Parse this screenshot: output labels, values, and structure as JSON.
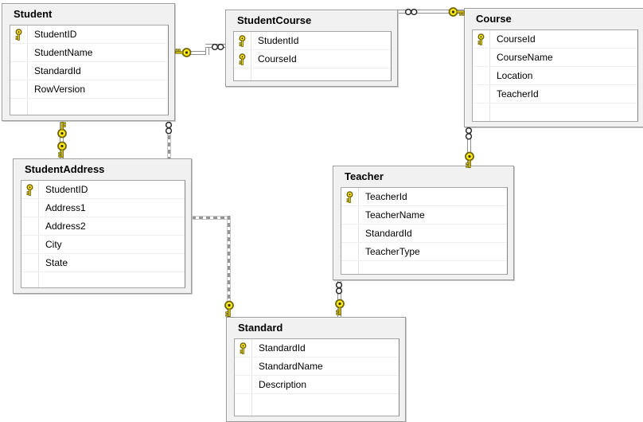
{
  "tables": [
    {
      "name": "Student",
      "columns": [
        {
          "name": "StudentID",
          "pk": true
        },
        {
          "name": "StudentName",
          "pk": false
        },
        {
          "name": "StandardId",
          "pk": false
        },
        {
          "name": "RowVersion",
          "pk": false
        }
      ]
    },
    {
      "name": "StudentCourse",
      "columns": [
        {
          "name": "StudentId",
          "pk": true
        },
        {
          "name": "CourseId",
          "pk": true
        }
      ]
    },
    {
      "name": "Course",
      "columns": [
        {
          "name": "CourseId",
          "pk": true
        },
        {
          "name": "CourseName",
          "pk": false
        },
        {
          "name": "Location",
          "pk": false
        },
        {
          "name": "TeacherId",
          "pk": false
        }
      ]
    },
    {
      "name": "StudentAddress",
      "columns": [
        {
          "name": "StudentID",
          "pk": true
        },
        {
          "name": "Address1",
          "pk": false
        },
        {
          "name": "Address2",
          "pk": false
        },
        {
          "name": "City",
          "pk": false
        },
        {
          "name": "State",
          "pk": false
        }
      ]
    },
    {
      "name": "Teacher",
      "columns": [
        {
          "name": "TeacherId",
          "pk": true
        },
        {
          "name": "TeacherName",
          "pk": false
        },
        {
          "name": "StandardId",
          "pk": false
        },
        {
          "name": "TeacherType",
          "pk": false
        }
      ]
    },
    {
      "name": "Standard",
      "columns": [
        {
          "name": "StandardId",
          "pk": true
        },
        {
          "name": "StandardName",
          "pk": false
        },
        {
          "name": "Description",
          "pk": false
        }
      ]
    }
  ],
  "relationships": [
    {
      "from_table": "Student",
      "from_end": "one",
      "to_table": "StudentCourse",
      "to_end": "many",
      "line_style": "solid"
    },
    {
      "from_table": "Course",
      "from_end": "one",
      "to_table": "StudentCourse",
      "to_end": "many",
      "line_style": "solid"
    },
    {
      "from_table": "Teacher",
      "from_end": "one",
      "to_table": "Course",
      "to_end": "many",
      "line_style": "solid"
    },
    {
      "from_table": "Student",
      "from_end": "one",
      "to_table": "StudentAddress",
      "to_end": "one",
      "line_style": "solid"
    },
    {
      "from_table": "Standard",
      "from_end": "one",
      "to_table": "Teacher",
      "to_end": "many",
      "line_style": "solid"
    },
    {
      "from_table": "Standard",
      "from_end": "one",
      "to_table": "Student",
      "to_end": "many",
      "line_style": "dashed"
    }
  ],
  "icons": {
    "one_end": "key-icon",
    "many_end": "infinity-icon",
    "primary_key": "key-icon"
  },
  "colors": {
    "canvas_bg": "#FFFFFF",
    "table_bg": "#F1F1F1",
    "table_border": "#9B9B9B",
    "body_border": "#A6A6A6",
    "row_divider": "#EFEFEF",
    "line_gray": "#8F8F8F",
    "key_yellow": "#FFE81A",
    "key_outline": "#6E6400",
    "infinity_outline": "#2B2B2B",
    "text_color": "#000000"
  }
}
